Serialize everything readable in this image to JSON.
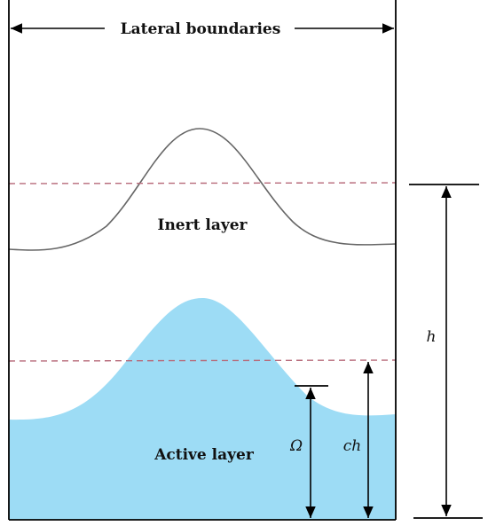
{
  "labels": {
    "lateral": "Lateral boundaries",
    "inert": "Inert layer",
    "active": "Active layer",
    "h": "h",
    "omega": "Ω",
    "ch": "ch"
  },
  "colors": {
    "water": "#9ddcf5",
    "dashed_line": "#b76a7a",
    "inert_curve": "#666666",
    "outline": "#000000"
  }
}
